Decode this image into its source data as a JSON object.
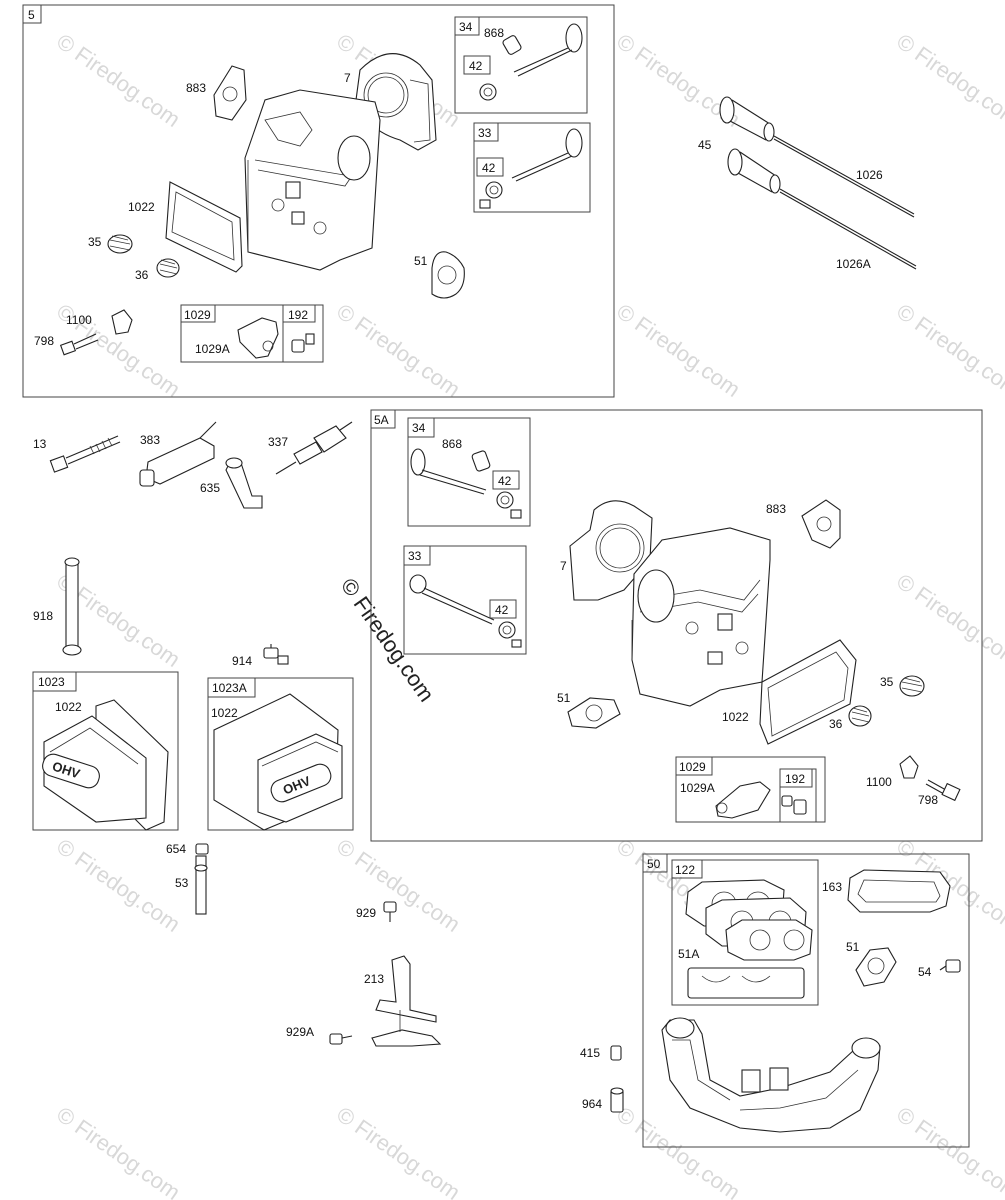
{
  "watermark": {
    "text": "© Firedog.com"
  },
  "groups": {
    "g5": {
      "label": "5"
    },
    "g34": {
      "label": "34"
    },
    "g33": {
      "label": "33"
    },
    "g1029": {
      "label": "1029"
    },
    "g192": {
      "label": "192"
    },
    "g5A": {
      "label": "5A"
    },
    "g5A34": {
      "label": "34"
    },
    "g5A33": {
      "label": "33"
    },
    "g5A1029": {
      "label": "1029"
    },
    "g5A192": {
      "label": "192"
    },
    "g1023": {
      "label": "1023"
    },
    "g1023A": {
      "label": "1023A"
    },
    "g50": {
      "label": "50"
    },
    "g122": {
      "label": "122"
    }
  },
  "callouts": {
    "p868": "868",
    "p42a": "42",
    "p42b": "42",
    "p883": "883",
    "p7": "7",
    "p1022": "1022",
    "p35": "35",
    "p36": "36",
    "p51": "51",
    "p1100": "1100",
    "p798": "798",
    "p1029A": "1029A",
    "p45": "45",
    "p1026": "1026",
    "p1026A": "1026A",
    "p13": "13",
    "p383": "383",
    "p337": "337",
    "p635": "635",
    "p918": "918",
    "p914": "914",
    "p1022b": "1022",
    "p1022c": "1022",
    "p654": "654",
    "p53": "53",
    "p929": "929",
    "p213": "213",
    "p929A": "929A",
    "q868": "868",
    "q42a": "42",
    "q42b": "42",
    "q883": "883",
    "q7": "7",
    "q51": "51",
    "q1022": "1022",
    "q35": "35",
    "q36": "36",
    "q1029A": "1029A",
    "q1100": "1100",
    "q798": "798",
    "r163": "163",
    "r51A": "51A",
    "r51": "51",
    "r54": "54",
    "r415": "415",
    "r964": "964"
  },
  "cover_emblem": "OHV"
}
